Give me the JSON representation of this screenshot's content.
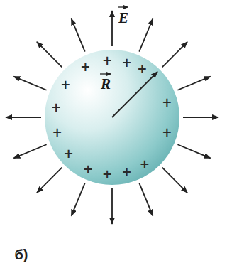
{
  "diagram": {
    "labels": [
      "E",
      "R",
      "+",
      "+",
      "+",
      "+",
      "+",
      "+",
      "+",
      "+",
      "+",
      "+",
      "+",
      "+",
      "+",
      "+",
      "б)"
    ]
  }
}
